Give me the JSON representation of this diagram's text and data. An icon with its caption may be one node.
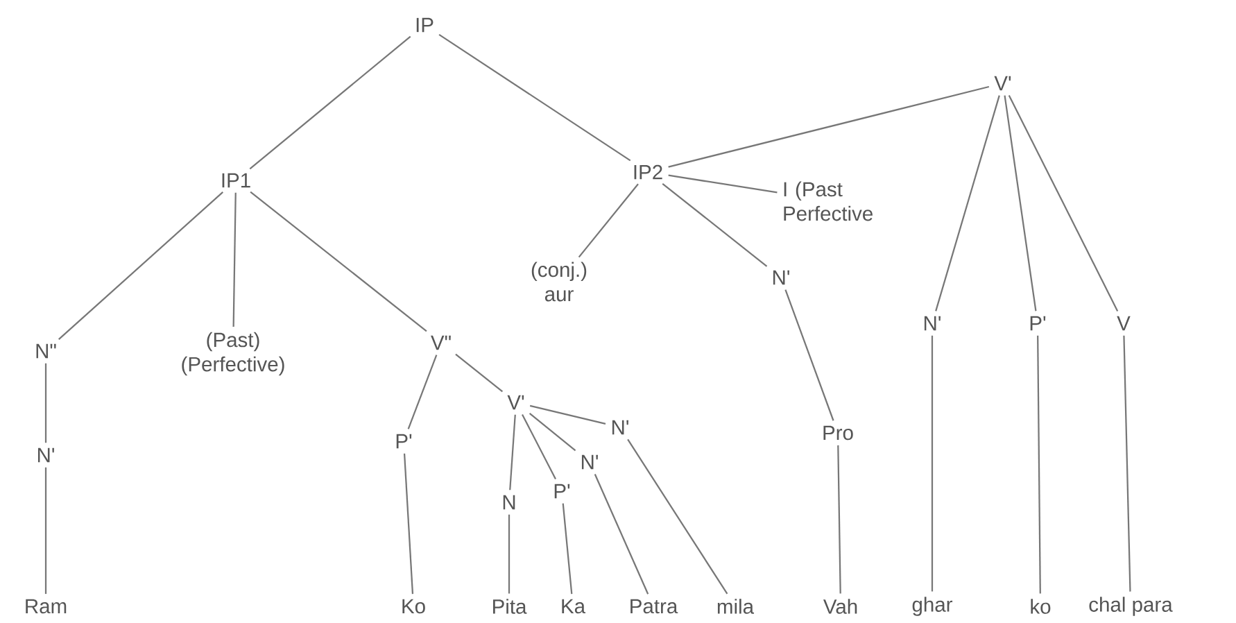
{
  "diagram": {
    "nodes": [
      {
        "text": [
          "IP"
        ]
      },
      {
        "text": [
          "IP1"
        ]
      },
      {
        "text": [
          "IP2"
        ]
      },
      {
        "text": [
          "V'"
        ]
      },
      {
        "text": [
          "N\""
        ]
      },
      {
        "text": [
          "(Past) (Perfective)"
        ]
      },
      {
        "text": [
          "V\""
        ]
      },
      {
        "text": [
          "(conj.) aur"
        ]
      },
      {
        "text": [
          "I (Past Perfective"
        ]
      },
      {
        "text": [
          "N'"
        ]
      },
      {
        "text": [
          "N'"
        ]
      },
      {
        "text": [
          "P'"
        ]
      },
      {
        "text": [
          "V"
        ]
      },
      {
        "text": [
          "N'"
        ]
      },
      {
        "text": [
          "P'"
        ]
      },
      {
        "text": [
          "V'"
        ]
      },
      {
        "text": [
          "N'"
        ]
      },
      {
        "text": [
          "N'"
        ]
      },
      {
        "text": [
          "P'"
        ]
      },
      {
        "text": [
          "N"
        ]
      },
      {
        "text": [
          "Pro"
        ]
      },
      {
        "text": [
          "Ram"
        ]
      },
      {
        "text": [
          "Ko"
        ]
      },
      {
        "text": [
          "Pita"
        ]
      },
      {
        "text": [
          "Ka"
        ]
      },
      {
        "text": [
          "Patra"
        ]
      },
      {
        "text": [
          "mila"
        ]
      },
      {
        "text": [
          "Vah"
        ]
      },
      {
        "text": [
          "ghar"
        ]
      },
      {
        "text": [
          "ko"
        ]
      },
      {
        "text": [
          "chal para"
        ]
      }
    ],
    "edges": [
      {
        "from": 0,
        "to": 1,
        "arrow": "none"
      },
      {
        "from": 0,
        "to": 2,
        "arrow": "none"
      },
      {
        "from": 2,
        "to": 3,
        "arrow": "none"
      },
      {
        "from": 1,
        "to": 4,
        "arrow": "none"
      },
      {
        "from": 1,
        "to": 5,
        "arrow": "none"
      },
      {
        "from": 1,
        "to": 6,
        "arrow": "none"
      },
      {
        "from": 2,
        "to": 7,
        "arrow": "none"
      },
      {
        "from": 2,
        "to": 8,
        "arrow": "none"
      },
      {
        "from": 2,
        "to": 9,
        "arrow": "none"
      },
      {
        "from": 3,
        "to": 10,
        "arrow": "none"
      },
      {
        "from": 3,
        "to": 11,
        "arrow": "none"
      },
      {
        "from": 3,
        "to": 12,
        "arrow": "none"
      },
      {
        "from": 4,
        "to": 13,
        "arrow": "none"
      },
      {
        "from": 13,
        "to": 21,
        "arrow": "none"
      },
      {
        "from": 6,
        "to": 14,
        "arrow": "none"
      },
      {
        "from": 6,
        "to": 15,
        "arrow": "none"
      },
      {
        "from": 14,
        "to": 22,
        "arrow": "none"
      },
      {
        "from": 15,
        "to": 19,
        "arrow": "none"
      },
      {
        "from": 15,
        "to": 18,
        "arrow": "none"
      },
      {
        "from": 15,
        "to": 17,
        "arrow": "none"
      },
      {
        "from": 15,
        "to": 16,
        "arrow": "none"
      },
      {
        "from": 19,
        "to": 23,
        "arrow": "none"
      },
      {
        "from": 18,
        "to": 24,
        "arrow": "none"
      },
      {
        "from": 17,
        "to": 25,
        "arrow": "none"
      },
      {
        "from": 16,
        "to": 26,
        "arrow": "none"
      },
      {
        "from": 9,
        "to": 20,
        "arrow": "none"
      },
      {
        "from": 20,
        "to": 27,
        "arrow": "none"
      },
      {
        "from": 10,
        "to": 28,
        "arrow": "none"
      },
      {
        "from": 11,
        "to": 29,
        "arrow": "none"
      },
      {
        "from": 12,
        "to": 30,
        "arrow": "none"
      }
    ]
  }
}
